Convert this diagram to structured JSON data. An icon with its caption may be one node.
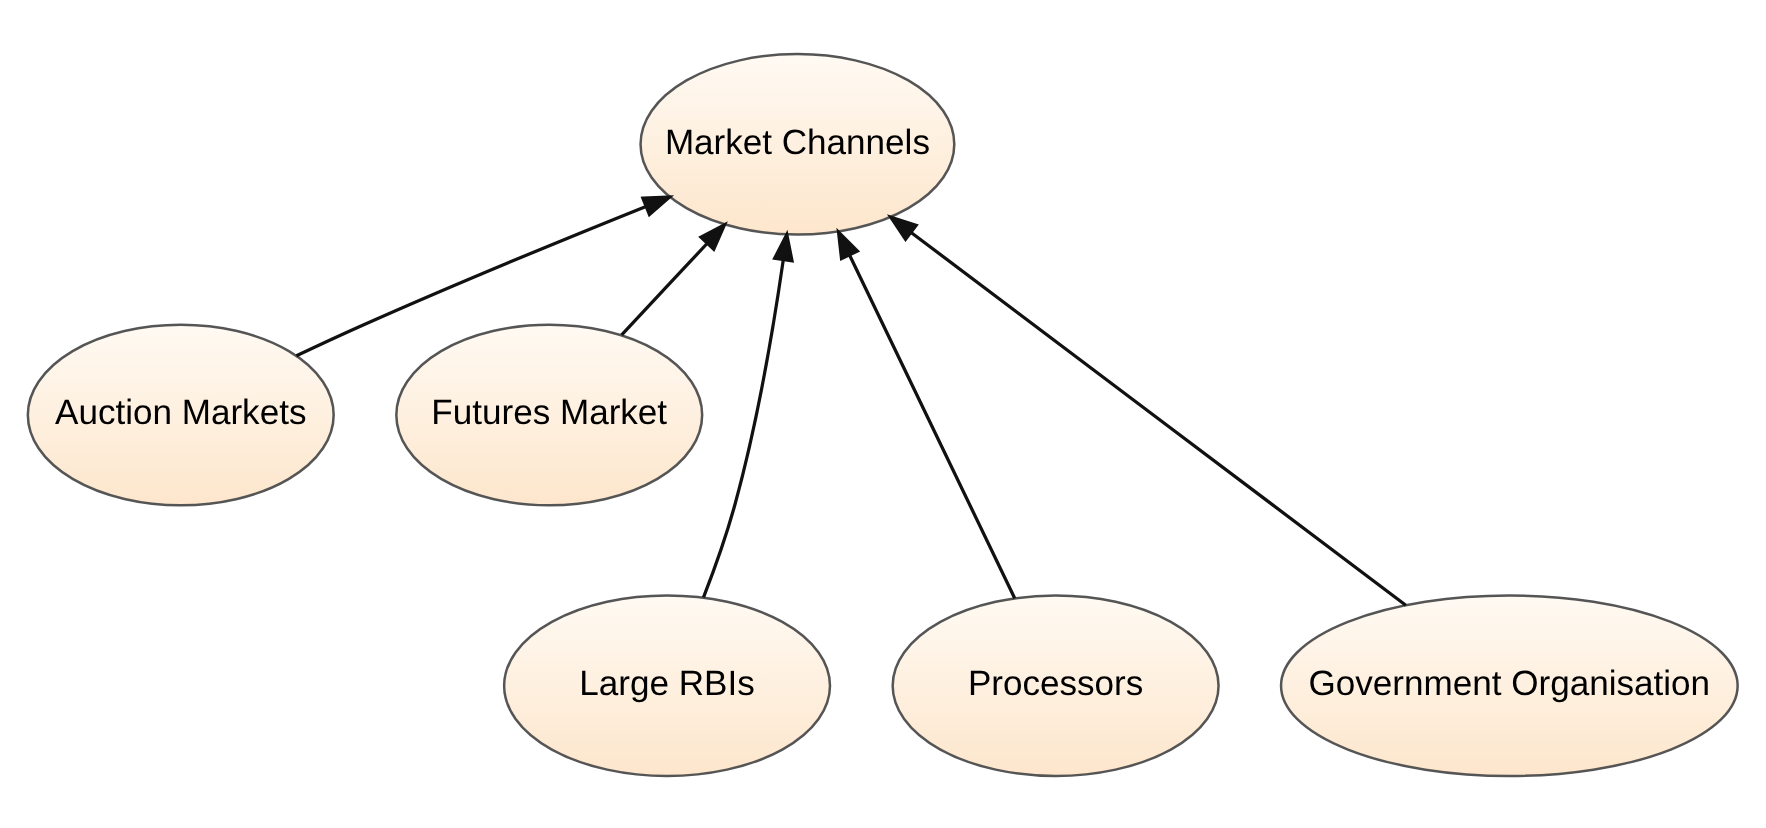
{
  "diagram": {
    "nodes": [
      {
        "text": [
          "Market Channels"
        ]
      },
      {
        "text": [
          "Auction Markets"
        ]
      },
      {
        "text": [
          "Futures Market"
        ]
      },
      {
        "text": [
          "Large RBIs"
        ]
      },
      {
        "text": [
          "Processors"
        ]
      },
      {
        "text": [
          "Government Organisation"
        ]
      }
    ],
    "edges": [
      {
        "from": 1,
        "to": 0,
        "arrow": "to"
      },
      {
        "from": 3,
        "to": 0,
        "arrow": "to"
      },
      {
        "from": 4,
        "to": 0,
        "arrow": "to"
      },
      {
        "from": 5,
        "to": 0,
        "arrow": "to"
      },
      {
        "from": 2,
        "to": 0,
        "arrow": "to"
      }
    ]
  }
}
